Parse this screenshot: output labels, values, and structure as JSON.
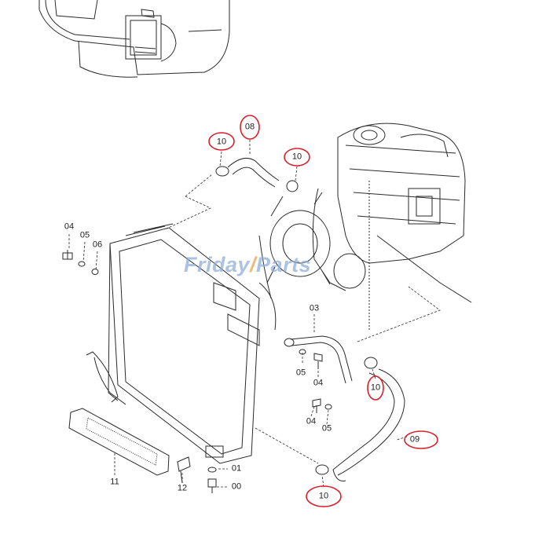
{
  "watermark": {
    "part1": "Friday",
    "accent": "/",
    "part2": "Parts"
  },
  "callouts": [
    {
      "id": "c-10-a",
      "text": "10",
      "circled": true
    },
    {
      "id": "c-08",
      "text": "08",
      "circled": true
    },
    {
      "id": "c-10-b",
      "text": "10",
      "circled": true
    },
    {
      "id": "c-04-a",
      "text": "04",
      "circled": false
    },
    {
      "id": "c-05-a",
      "text": "05",
      "circled": false
    },
    {
      "id": "c-06",
      "text": "06",
      "circled": false
    },
    {
      "id": "c-03",
      "text": "03",
      "circled": false
    },
    {
      "id": "c-05-b",
      "text": "05",
      "circled": false
    },
    {
      "id": "c-04-b",
      "text": "04",
      "circled": false
    },
    {
      "id": "c-10-c",
      "text": "10",
      "circled": true
    },
    {
      "id": "c-04-c",
      "text": "04",
      "circled": false
    },
    {
      "id": "c-05-c",
      "text": "05",
      "circled": false
    },
    {
      "id": "c-09",
      "text": "09",
      "circled": true
    },
    {
      "id": "c-11",
      "text": "11",
      "circled": false
    },
    {
      "id": "c-12",
      "text": "12",
      "circled": false
    },
    {
      "id": "c-01",
      "text": "01",
      "circled": false
    },
    {
      "id": "c-00",
      "text": "00",
      "circled": false
    },
    {
      "id": "c-10-d",
      "text": "10",
      "circled": true
    }
  ],
  "colors": {
    "line": "#2a2a2a",
    "highlight": "#d8202a",
    "watermark": "#8fb0d8"
  }
}
